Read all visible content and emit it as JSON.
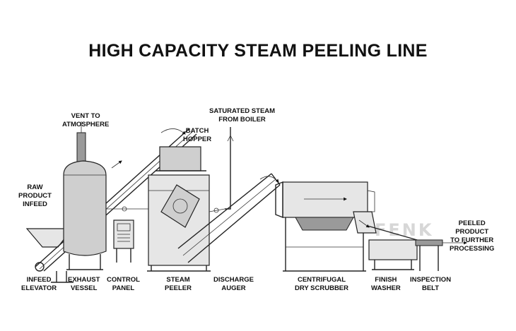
{
  "title": "HIGH CAPACITY STEAM PEELING LINE",
  "watermark": "FENK",
  "annotations": {
    "vent": [
      "VENT TO",
      "ATMOSPHERE"
    ],
    "raw_product": [
      "RAW",
      "PRODUCT",
      "INFEED"
    ],
    "batch_hopper": [
      "BATCH",
      "HOPPER"
    ],
    "saturated_steam": [
      "SATURATED STEAM",
      "FROM BOILER"
    ],
    "peeled_product": [
      "PEELED",
      "PRODUCT",
      "TO FURTHER",
      "PROCESSING"
    ]
  },
  "components": [
    {
      "lines": [
        "INFEED",
        "ELEVATOR"
      ]
    },
    {
      "lines": [
        "EXHAUST",
        "VESSEL"
      ]
    },
    {
      "lines": [
        "CONTROL",
        "PANEL"
      ]
    },
    {
      "lines": [
        "STEAM",
        "PEELER"
      ]
    },
    {
      "lines": [
        "DISCHARGE",
        "AUGER"
      ]
    },
    {
      "lines": [
        "CENTRIFUGAL",
        "DRY SCRUBBER"
      ]
    },
    {
      "lines": [
        "FINISH",
        "WASHER"
      ]
    },
    {
      "lines": [
        "INSPECTION",
        "BELT"
      ]
    }
  ]
}
